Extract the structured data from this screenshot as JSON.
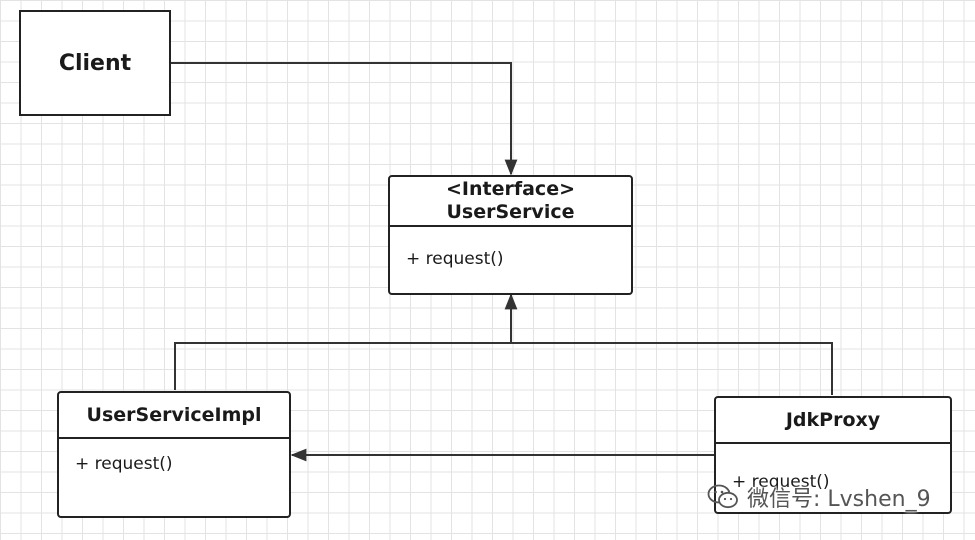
{
  "client": {
    "label": "Client"
  },
  "interface": {
    "stereotype": "<Interface>",
    "name": "UserService",
    "method": "+ request()"
  },
  "impl": {
    "name": "UserServiceImpl",
    "method": "+ request()"
  },
  "proxy": {
    "name": "JdkProxy",
    "method": "+ request()"
  },
  "watermark": {
    "text": "微信号: Lvshen_9",
    "icon": "wechat-icon"
  },
  "colors": {
    "line": "#333333",
    "grid": "#e3e3e3"
  }
}
